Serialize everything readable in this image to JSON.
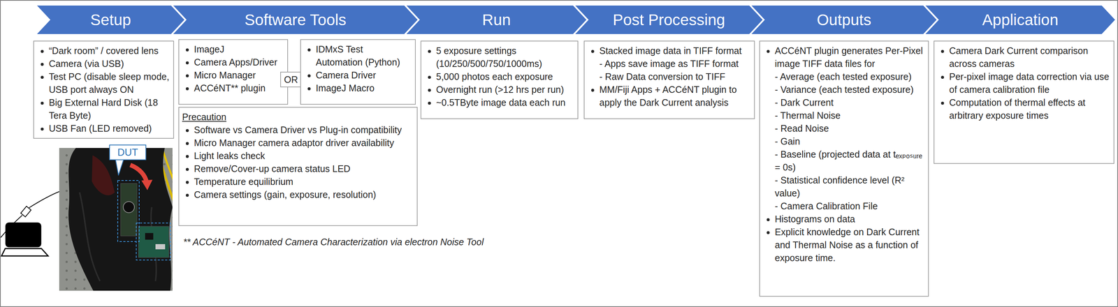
{
  "diagram": {
    "nodes": [
      {
        "text": [
          "Setup"
        ]
      },
      {
        "text": [
          "Software Tools"
        ]
      },
      {
        "text": [
          "Run"
        ]
      },
      {
        "text": [
          "Post Processing"
        ]
      },
      {
        "text": [
          "Outputs"
        ]
      },
      {
        "text": [
          "Application"
        ]
      },
      {
        "text": [
          "“Dark room” / covered lens",
          "Camera (via USB)",
          "Test PC (disable sleep mode, USB port always ON",
          "Big External Hard Disk (18 Tera Byte)",
          "USB Fan (LED removed)"
        ]
      },
      {
        "text": [
          "DUT"
        ]
      },
      {
        "text": [
          "ImageJ",
          "Camera Apps/Driver",
          "Micro Manager",
          "ACCéNT** plugin"
        ]
      },
      {
        "text": [
          "OR"
        ]
      },
      {
        "text": [
          "IDMxS Test Automation (Python)",
          "Camera Driver",
          "ImageJ Macro"
        ]
      },
      {
        "text": [
          "Precaution",
          "Software vs Camera Driver vs Plug-in compatibility",
          "Micro Manager camera adaptor driver availability",
          "Light leaks check",
          "Remove/Cover-up camera status LED",
          "Temperature equilibrium",
          "Camera settings (gain, exposure, resolution)"
        ]
      },
      {
        "text": [
          "5 exposure settings (10/250/500/750/1000ms)",
          "5,000 photos each exposure",
          "Overnight run (>12 hrs per run)",
          "~0.5TByte image data each run"
        ]
      },
      {
        "text": [
          "Stacked image data in TIFF format",
          "- Apps save image as TIFF format",
          "- Raw Data conversion to TIFF",
          "MM/Fiji Apps + ACCéNT plugin to apply the Dark Current analysis"
        ]
      },
      {
        "text": [
          "ACCéNT plugin generates Per-Pixel image TIFF data files for",
          "- Average (each tested exposure)",
          "- Variance (each tested exposure)",
          "- Dark Current",
          "- Thermal Noise",
          "- Read Noise",
          "- Gain",
          "- Baseline (projected data at tₑₓₚₒₛᵤᵣₑ = 0s)",
          "- Statistical confidence level (R² value)",
          "- Camera Calibration File",
          "Histograms on data",
          "Explicit knowledge on Dark Current and Thermal Noise as a function of exposure time."
        ]
      },
      {
        "text": [
          "Camera Dark Current comparison across cameras",
          "Per-pixel image data correction via use of camera calibration file",
          "Computation of thermal effects at arbitrary exposure times"
        ]
      }
    ],
    "labels": [
      "** ACCéNT - Automated Camera Characterization via electron Noise Tool"
    ]
  }
}
